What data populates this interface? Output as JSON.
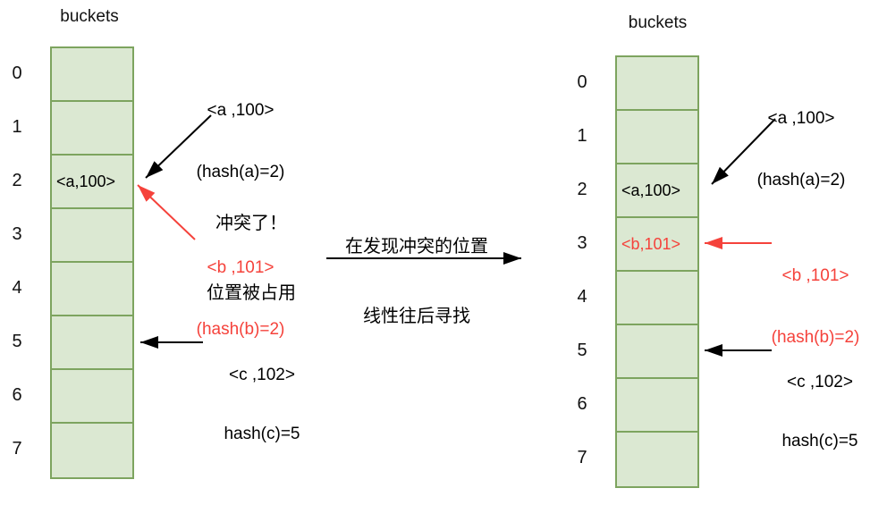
{
  "colors": {
    "cell_fill": "#dbe8d2",
    "cell_border": "#7da45f",
    "red_accent": "#f5423b",
    "text": "#000000"
  },
  "left_diagram": {
    "title": "buckets",
    "cells": [
      {
        "index": "0",
        "value": ""
      },
      {
        "index": "1",
        "value": ""
      },
      {
        "index": "2",
        "value": "<a,100>"
      },
      {
        "index": "3",
        "value": ""
      },
      {
        "index": "4",
        "value": ""
      },
      {
        "index": "5",
        "value": ""
      },
      {
        "index": "6",
        "value": ""
      },
      {
        "index": "7",
        "value": ""
      }
    ],
    "annotations": {
      "a": {
        "line1": "<a ,100>",
        "line2": "(hash(a)=2)"
      },
      "collision": {
        "line1": "冲突了！",
        "line2": "位置被占用"
      },
      "b": {
        "line1": "<b ,101>",
        "line2": "(hash(b)=2)"
      },
      "c": {
        "line1": "<c ,102>",
        "line2": "hash(c)=5"
      }
    }
  },
  "transition": {
    "line1": "在发现冲突的位置",
    "line2": "线性往后寻找"
  },
  "right_diagram": {
    "title": "buckets",
    "cells": [
      {
        "index": "0",
        "value": ""
      },
      {
        "index": "1",
        "value": ""
      },
      {
        "index": "2",
        "value": "<a,100>"
      },
      {
        "index": "3",
        "value": "<b,101>"
      },
      {
        "index": "4",
        "value": ""
      },
      {
        "index": "5",
        "value": ""
      },
      {
        "index": "6",
        "value": ""
      },
      {
        "index": "7",
        "value": ""
      }
    ],
    "annotations": {
      "a": {
        "line1": "<a ,100>",
        "line2": "(hash(a)=2)"
      },
      "b": {
        "line1": "<b ,101>",
        "line2": "(hash(b)=2)"
      },
      "c": {
        "line1": "<c ,102>",
        "line2": "hash(c)=5"
      }
    }
  }
}
